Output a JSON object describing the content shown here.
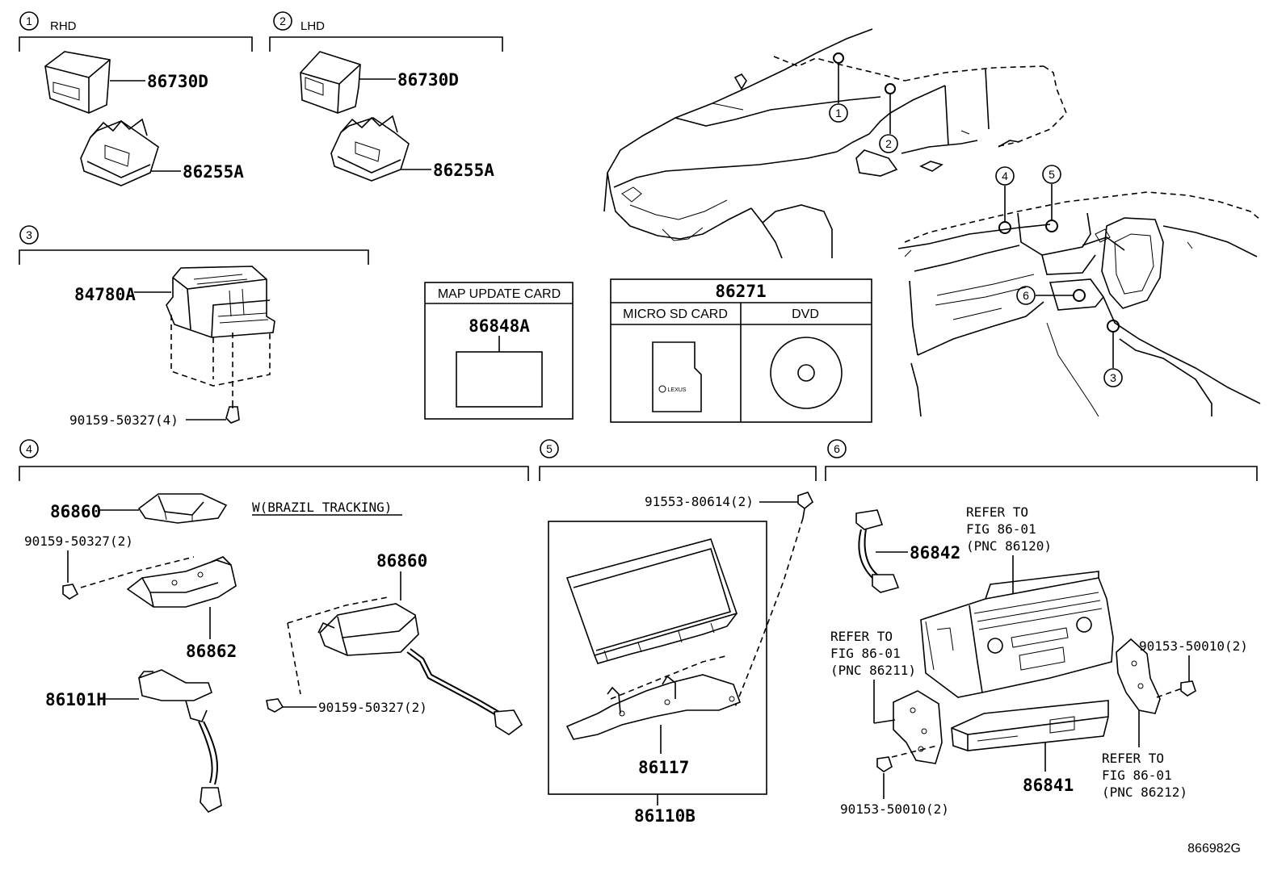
{
  "sections": {
    "s1": {
      "num": "1",
      "label": "RHD"
    },
    "s2": {
      "num": "2",
      "label": "LHD"
    },
    "s3": {
      "num": "3"
    },
    "s4": {
      "num": "4"
    },
    "s5": {
      "num": "5"
    },
    "s6": {
      "num": "6"
    }
  },
  "overview": {
    "markers": [
      "1",
      "2",
      "3",
      "4",
      "5",
      "6"
    ]
  },
  "parts": {
    "p86730D_rhd": "86730D",
    "p86255A_rhd": "86255A",
    "p86730D_lhd": "86730D",
    "p86255A_lhd": "86255A",
    "p84780A": "84780A",
    "p90159_3": "90159-50327(4)",
    "p86860_a": "86860",
    "p90159_4a": "90159-50327(2)",
    "p86862": "86862",
    "p86101H": "86101H",
    "p86860_b": "86860",
    "p90159_4b": "90159-50327(2)",
    "p91553": "91553-80614(2)",
    "p86117": "86117",
    "p86110B": "86110B",
    "p86842": "86842",
    "p90153_a": "90153-50010(2)",
    "p90153_b": "90153-50010(2)",
    "p86841": "86841"
  },
  "notes": {
    "brazil": "W(BRAZIL TRACKING)",
    "refer1": [
      "REFER TO",
      "FIG 86-01",
      "(PNC 86120)"
    ],
    "refer2": [
      "REFER TO",
      "FIG 86-01",
      "(PNC 86211)"
    ],
    "refer3": [
      "REFER TO",
      "FIG 86-01",
      "(PNC 86212)"
    ]
  },
  "map_card_box": {
    "title": "MAP UPDATE CARD",
    "part": "86848A"
  },
  "media_box": {
    "part": "86271",
    "col1": "MICRO SD CARD",
    "col2": "DVD",
    "logo": "LEXUS"
  },
  "figure_id": "866982G"
}
